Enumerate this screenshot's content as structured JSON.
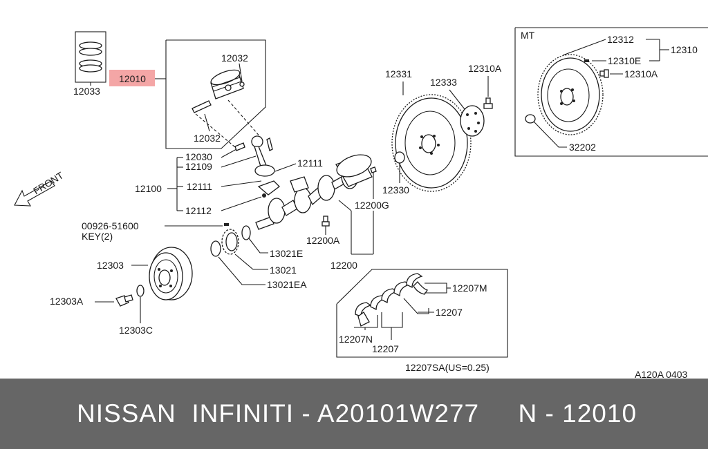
{
  "labels": {
    "p12033": "12033",
    "p12010": "12010",
    "p12032a": "12032",
    "p12032b": "12032",
    "p12030": "12030",
    "p12109": "12109",
    "p12100": "12100",
    "p12111a": "12111",
    "p12111b": "12111",
    "p12112": "12112",
    "p00926": "00926-51600",
    "key": "KEY(2)",
    "p13021E": "13021E",
    "p13021": "13021",
    "p13021EA": "13021EA",
    "p12303": "12303",
    "p12303A": "12303A",
    "p12303C": "12303C",
    "p12200A": "12200A",
    "p12200": "12200",
    "p12200G": "12200G",
    "p12331": "12331",
    "p12333": "12333",
    "p12310Aa": "12310A",
    "p12330": "12330",
    "mt": "MT",
    "p12312": "12312",
    "p12310E": "12310E",
    "p12310": "12310",
    "p12310Ab": "12310A",
    "p32202": "32202",
    "p12207M": "12207M",
    "p12207a": "12207",
    "p12207N": "12207N",
    "p12207b": "12207",
    "p12207SA": "12207SA(US=0.25)",
    "front": "FRONT",
    "code": "A120A 0403"
  },
  "highlight_color": "#f4a6a6",
  "footer": {
    "text": "NISSAN  INFINITI - A20101W277     N - 12010",
    "background": "#666666"
  }
}
